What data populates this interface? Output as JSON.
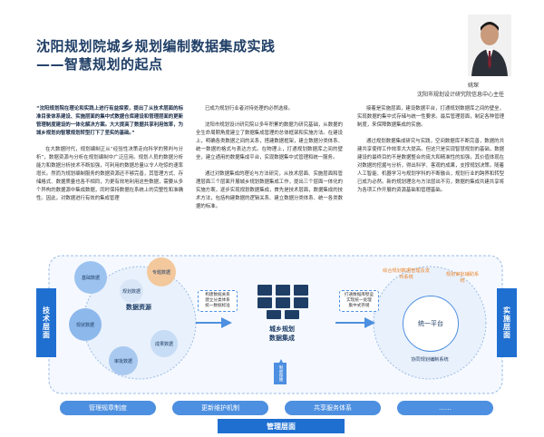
{
  "article": {
    "title_line1": "沈阳规划院城乡规划编制数据集成实践",
    "title_line2": "——智慧规划的起点",
    "author_name": "姚琛",
    "author_affiliation": "沈阳市规划设计研究院信息中心主任",
    "col1": [
      "“沈阳规划院在理论和实践上进行有益探索，提出了从技术层面的标准目录体系建设、实施层面的集中式数据仓库建设和管理层面的更新管理制度建设的一体化解决方案。大大提高了数据共享利用效率，为城乡规划向智慧规划转型打下了坚实的基础。”",
      "在大数据时代，规划编制正从“经验性决策走向科学的预判与分析”，数据资源与分析在规划编制中广泛应用。规划人员的数据分析能力和数据分析技术不断加强，可利用的数据总量以令人吃惊的速率增长。然而为规划编制服务的数据资源还不够完善，其管理方式、存储格式、数据质量也各不相同，为更有效地利用这些数据，需要从多个异构的数据源中集成数据，同时保持数据在系统上的完整性和准确性。因此，对数据进行有效的集成管理"
    ],
    "col2": [
      "已成为规划行业者对待处理的必然选择。",
      "沈阳市规划设计研究院以多年积累的数据为研究基础，从数据的全生命周期角度建立了数据集成管理的总体框架和实施方法。在建设上，明确各类数据之间的关系，搭建数据框架，建立数据分类体系、统一数据的格式与表达方式。在物理上，打通规划数据库之间的壁垒，建立通用的数据集成平台，实现数据集中式管理和统一服务。",
      "通过对数据集成的理论与方法研究，从技术层面、实施层面和管理层面三个层面开展城乡规划数据集成工作，提出三个层面一体化的实施方案，逐步实现规划数据集成，首先是技术层面，数据集成的技术方法，包括构建数据的逻辑关系、建立数据分类体系、统一各类数据的标准。"
    ],
    "col3": [
      "接着是实施层面，建设数据平台，打通规划数据库之间的壁垒，实现数据的集中式存储与统一性要求。最后管理层面，制定各种管理制度，来保障数据集成的实施。",
      "通过规划数据集成研究与实践，空间数据库不断完善，数据的共建共享使得工作效率大大提高。但这只是实现智慧规划的基础，数据建设的最终目的不是数据整合的庞大和精准性的加强，其价值体现在对数据的挖掘与分析，得出科学、客观的成果，支撑规划决策。随着人工智能、机器学习与规划学科的不断融合，规划行业的跨界和转型已成为必然。新的规划理念与方法层出不穷，数据的集成共建共享将为各项工作开展的资源基础和管理基础。"
    ]
  },
  "diagram": {
    "left_band_label": "技术层面",
    "right_band_label": "实施层面",
    "bottom_band_label": "管理层面",
    "data_resources": "数据资源",
    "nodes": [
      "基础数据",
      "专题数据",
      "成果数据",
      "现状数据",
      "规划数据",
      "审批数据"
    ],
    "center_box": "城乡规划\n数据集成",
    "left_note": "构建数据关系\n建立分类体系\n统一数据标准",
    "right_note": "打通数据库壁垒\n实现统一处理\n集中式存储",
    "platform_label": "统一平台",
    "right_nodes": [
      "综合规划数据管理及发布系统",
      "规划审批辅助系统",
      "协同规划编制系统"
    ],
    "support_label": "制度保障",
    "bottom_pills": [
      "管理规章制度",
      "更新维护机制",
      "共享服务体系",
      "……"
    ]
  },
  "colors": {
    "accent": "#1f6fd1",
    "title": "#1f3e66",
    "pill": "#4d8fe0",
    "orange": "#e9862d"
  }
}
